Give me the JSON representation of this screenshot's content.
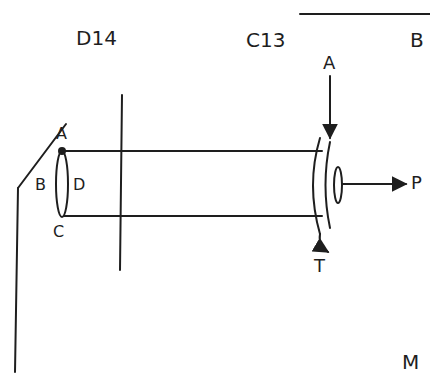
{
  "diagram": {
    "labels": [
      "D14",
      "C13",
      "B",
      "A",
      "B",
      "D",
      "C",
      "A",
      "T",
      "P",
      "M"
    ]
  }
}
